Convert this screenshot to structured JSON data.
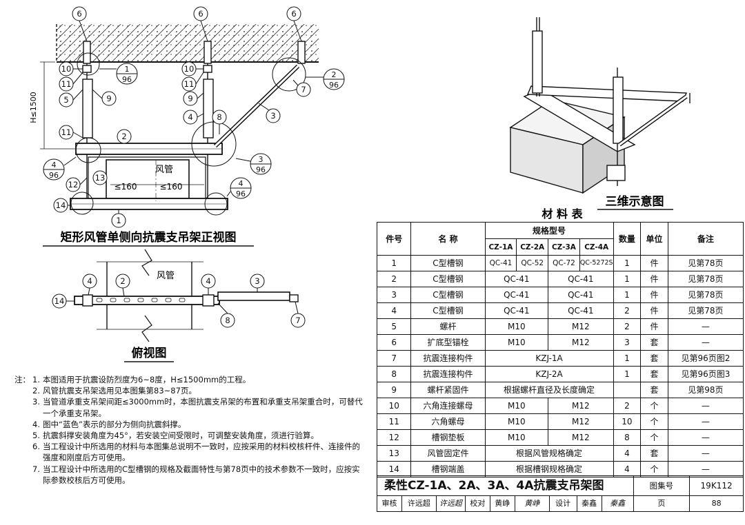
{
  "views": {
    "front_title": "矩形风管单侧向抗震支吊架正视图",
    "top_title": "俯视图",
    "iso_title": "三维示意图",
    "height_label": "H≤1500",
    "duct_label": "风管",
    "dim_left": "≤160",
    "dim_right": "≤160"
  },
  "callouts": [
    "1",
    "2",
    "3",
    "4",
    "5",
    "6",
    "7",
    "8",
    "9",
    "10",
    "11",
    "12",
    "13",
    "14"
  ],
  "detail_refs": {
    "r1_top": "1",
    "r1_bot": "96",
    "r2_top": "2",
    "r2_bot": "96",
    "r3_top": "3",
    "r3_bot": "96",
    "r4a_top": "4",
    "r4a_bot": "96",
    "r4b_top": "4",
    "r4b_bot": "96"
  },
  "notes": {
    "lead": "注：",
    "items": [
      {
        "n": "1.",
        "text": "本图适用于抗震设防烈度为6~8度，H≤1500mm的工程。"
      },
      {
        "n": "2.",
        "text": "风管抗震支吊架选用见本图集第83~87页。"
      },
      {
        "n": "3.",
        "text": "当管道承重支吊架间距≤3000mm时，本图抗震支吊架的布置和承重支吊架重合时，可替代一个承重支吊架。"
      },
      {
        "n": "4.",
        "text": "图中“蓝色”表示的部分为侧向抗震斜撑。"
      },
      {
        "n": "5.",
        "text": "抗震斜撑安装角度为45°，若安装空间受限时，可调整安装角度，须进行验算。"
      },
      {
        "n": "6.",
        "text": "当工程设计中所选用的材料与本图集总说明不一致时，应按采用的材料校核杆件、连接件的强度和刚度后方可使用。"
      },
      {
        "n": "7.",
        "text": "当工程设计中所选用的C型槽钢的规格及截面特性与第78页中的技术参数不一致时，应按实际参数校核后方可使用。"
      }
    ]
  },
  "table": {
    "title": "材 料 表",
    "headers": {
      "no": "件号",
      "name": "名 称",
      "spec": "规格型号",
      "qty": "数量",
      "unit": "单位",
      "remark": "备注",
      "models": [
        "CZ-1A",
        "CZ-2A",
        "CZ-3A",
        "CZ-4A"
      ]
    },
    "rows": [
      {
        "no": "1",
        "name": "C型槽钢",
        "s1": "QC-41",
        "s2": "QC-52",
        "s3": "QC-72",
        "s4": "QC-5272S",
        "qty": "1",
        "unit": "件",
        "remark": "见第78页"
      },
      {
        "no": "2",
        "name": "C型槽钢",
        "s12": "QC-41",
        "s34": "QC-41",
        "qty": "1",
        "unit": "件",
        "remark": "见第78页"
      },
      {
        "no": "3",
        "name": "C型槽钢",
        "s12": "QC-41",
        "s34": "QC-41",
        "qty": "1",
        "unit": "件",
        "remark": "见第78页"
      },
      {
        "no": "4",
        "name": "C型槽钢",
        "s12": "QC-41",
        "s34": "QC-41",
        "qty": "2",
        "unit": "件",
        "remark": "见第78页"
      },
      {
        "no": "5",
        "name": "螺杆",
        "s12": "M10",
        "s34": "M12",
        "qty": "2",
        "unit": "件",
        "remark": "—"
      },
      {
        "no": "6",
        "name": "扩底型锚栓",
        "s12": "M10",
        "s34": "M12",
        "qty": "3",
        "unit": "套",
        "remark": "—"
      },
      {
        "no": "7",
        "name": "抗震连接构件",
        "sall": "KZJ-1A",
        "qty": "1",
        "unit": "套",
        "remark": "见第96页图2"
      },
      {
        "no": "8",
        "name": "抗震连接构件",
        "sall": "KZJ-2A",
        "qty": "1",
        "unit": "套",
        "remark": "见第96页图3"
      },
      {
        "no": "9",
        "name": "螺杆紧固件",
        "sall": "根据螺杆直径及长度确定",
        "qty": "",
        "unit": "套",
        "remark": "见第98页"
      },
      {
        "no": "10",
        "name": "六角连接螺母",
        "s12": "M10",
        "s34": "M12",
        "qty": "2",
        "unit": "个",
        "remark": "—"
      },
      {
        "no": "11",
        "name": "六角螺母",
        "s12": "M10",
        "s34": "M12",
        "qty": "10",
        "unit": "个",
        "remark": "—"
      },
      {
        "no": "12",
        "name": "槽钢垫板",
        "s12": "M10",
        "s34": "M12",
        "qty": "8",
        "unit": "个",
        "remark": "—"
      },
      {
        "no": "13",
        "name": "风管固定件",
        "sall": "根据风管规格确定",
        "qty": "4",
        "unit": "套",
        "remark": "—"
      },
      {
        "no": "14",
        "name": "槽钢端盖",
        "sall": "根据槽钢规格确定",
        "qty": "4",
        "unit": "个",
        "remark": "—"
      }
    ]
  },
  "title_block": {
    "main": "柔性CZ-1A、2A、3A、4A抗震支吊架图",
    "atlas_label": "图集号",
    "atlas_no": "19K112",
    "review": "审核",
    "review_name": "许远超",
    "review_sign": "许远超",
    "check": "校对",
    "check_name": "黄峥",
    "check_sign": "黄峥",
    "design": "设计",
    "design_name": "秦鑫",
    "design_sign": "秦鑫",
    "page_label": "页",
    "page_no": "88"
  }
}
